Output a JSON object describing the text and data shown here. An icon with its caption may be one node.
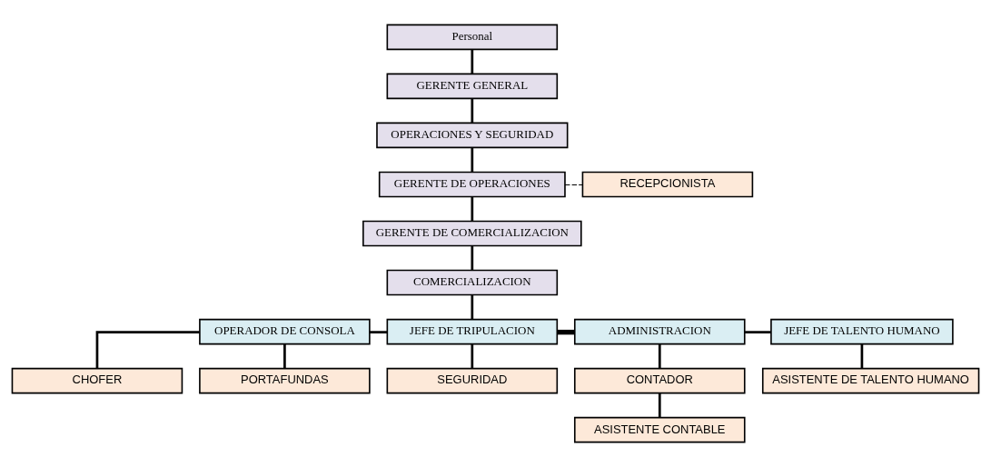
{
  "diagram": {
    "nodes": [
      {
        "text": [
          "Personal"
        ]
      },
      {
        "text": [
          "GERENTE GENERAL"
        ]
      },
      {
        "text": [
          "OPERACIONES Y SEGURIDAD"
        ]
      },
      {
        "text": [
          "GERENTE DE OPERACIONES"
        ]
      },
      {
        "text": [
          "RECEPCIONISTA"
        ]
      },
      {
        "text": [
          "GERENTE DE COMERCIALIZACION"
        ]
      },
      {
        "text": [
          "COMERCIALIZACION"
        ]
      },
      {
        "text": [
          "OPERADOR DE CONSOLA"
        ]
      },
      {
        "text": [
          "JEFE DE TRIPULACION"
        ]
      },
      {
        "text": [
          "ADMINISTRACION"
        ]
      },
      {
        "text": [
          "JEFE DE TALENTO HUMANO"
        ]
      },
      {
        "text": [
          "CHOFER"
        ]
      },
      {
        "text": [
          "PORTAFUNDAS"
        ]
      },
      {
        "text": [
          "SEGURIDAD"
        ]
      },
      {
        "text": [
          "CONTADOR"
        ]
      },
      {
        "text": [
          "ASISTENTE DE TALENTO HUMANO"
        ]
      },
      {
        "text": [
          "ASISTENTE CONTABLE"
        ]
      }
    ],
    "edges": [
      {
        "from": 0,
        "to": 1,
        "arrow": "none"
      },
      {
        "from": 1,
        "to": 2,
        "arrow": "none"
      },
      {
        "from": 2,
        "to": 3,
        "arrow": "none"
      },
      {
        "from": 3,
        "to": 4,
        "arrow": "none",
        "style": "dashed"
      },
      {
        "from": 3,
        "to": 5,
        "arrow": "none"
      },
      {
        "from": 5,
        "to": 6,
        "arrow": "none"
      },
      {
        "from": 6,
        "to": 8,
        "arrow": "none"
      },
      {
        "from": 7,
        "to": 8,
        "arrow": "none"
      },
      {
        "from": 8,
        "to": 9,
        "arrow": "none",
        "style": "thick"
      },
      {
        "from": 9,
        "to": 10,
        "arrow": "none"
      },
      {
        "from": 7,
        "to": 11,
        "arrow": "none"
      },
      {
        "from": 7,
        "to": 12,
        "arrow": "none"
      },
      {
        "from": 8,
        "to": 13,
        "arrow": "none"
      },
      {
        "from": 9,
        "to": 14,
        "arrow": "none"
      },
      {
        "from": 10,
        "to": 15,
        "arrow": "none"
      },
      {
        "from": 14,
        "to": 16,
        "arrow": "none"
      }
    ]
  }
}
